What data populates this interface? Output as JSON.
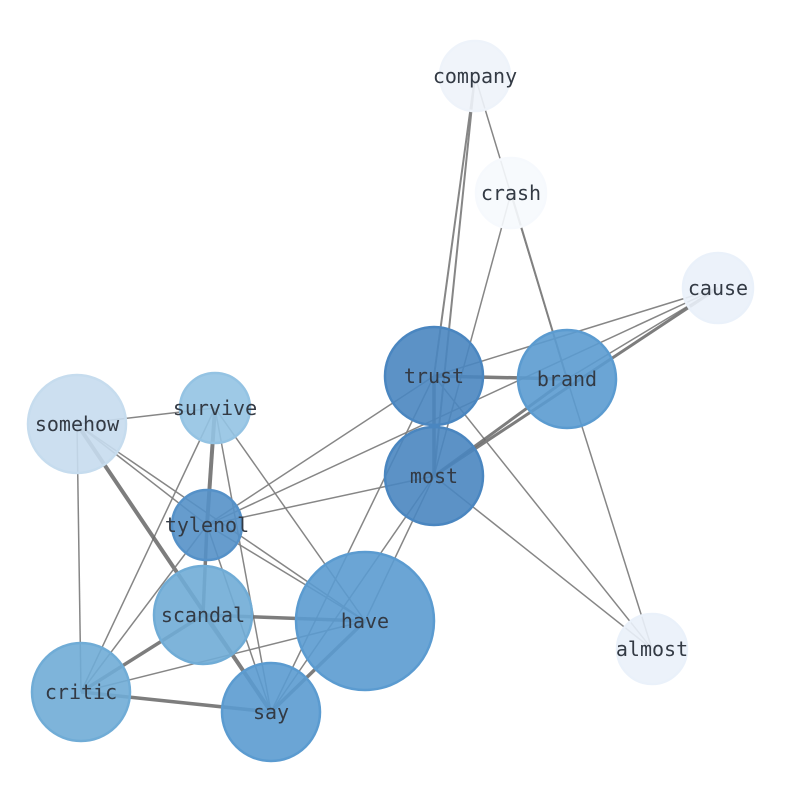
{
  "nodes": [
    {
      "id": "company",
      "label": "company",
      "color": "#eef3fa"
    },
    {
      "id": "crash",
      "label": "crash",
      "color": "#f6f9fd"
    },
    {
      "id": "cause",
      "label": "cause",
      "color": "#eaf1fa"
    },
    {
      "id": "trust",
      "label": "trust",
      "color": "#4a86c0"
    },
    {
      "id": "brand",
      "label": "brand",
      "color": "#5b9bd0"
    },
    {
      "id": "survive",
      "label": "survive",
      "color": "#94c3e3"
    },
    {
      "id": "somehow",
      "label": "somehow",
      "color": "#c6dcee"
    },
    {
      "id": "most",
      "label": "most",
      "color": "#4a86c0"
    },
    {
      "id": "tylenol",
      "label": "tylenol",
      "color": "#5591c8"
    },
    {
      "id": "scandal",
      "label": "scandal",
      "color": "#70acd6"
    },
    {
      "id": "have",
      "label": "have",
      "color": "#5b9bd0"
    },
    {
      "id": "almost",
      "label": "almost",
      "color": "#eaf1fa"
    },
    {
      "id": "critic",
      "label": "critic",
      "color": "#70acd6"
    },
    {
      "id": "say",
      "label": "say",
      "color": "#5b9bd0"
    }
  ],
  "edges": [
    [
      "company",
      "trust",
      2
    ],
    [
      "company",
      "most",
      2
    ],
    [
      "company",
      "brand",
      1.5
    ],
    [
      "crash",
      "most",
      1.5
    ],
    [
      "crash",
      "brand",
      2
    ],
    [
      "cause",
      "trust",
      1.5
    ],
    [
      "cause",
      "brand",
      1.5
    ],
    [
      "cause",
      "most",
      3
    ],
    [
      "cause",
      "tylenol",
      1.5
    ],
    [
      "trust",
      "brand",
      3.5
    ],
    [
      "trust",
      "most",
      3.5
    ],
    [
      "trust",
      "almost",
      1.5
    ],
    [
      "trust",
      "tylenol",
      1.5
    ],
    [
      "trust",
      "say",
      1.5
    ],
    [
      "brand",
      "almost",
      1.5
    ],
    [
      "brand",
      "most",
      3
    ],
    [
      "most",
      "almost",
      1.5
    ],
    [
      "most",
      "tylenol",
      1.5
    ],
    [
      "most",
      "say",
      1.5
    ],
    [
      "most",
      "have",
      1.5
    ],
    [
      "survive",
      "somehow",
      1.5
    ],
    [
      "survive",
      "tylenol",
      4
    ],
    [
      "survive",
      "critic",
      1.5
    ],
    [
      "survive",
      "say",
      1.5
    ],
    [
      "survive",
      "have",
      1.5
    ],
    [
      "somehow",
      "tylenol",
      1.5
    ],
    [
      "somehow",
      "say",
      4
    ],
    [
      "somehow",
      "critic",
      1.5
    ],
    [
      "somehow",
      "have",
      1.5
    ],
    [
      "tylenol",
      "scandal",
      3.5
    ],
    [
      "tylenol",
      "have",
      1.5
    ],
    [
      "tylenol",
      "say",
      1.5
    ],
    [
      "tylenol",
      "critic",
      1.5
    ],
    [
      "scandal",
      "have",
      3.5
    ],
    [
      "scandal",
      "critic",
      3.5
    ],
    [
      "scandal",
      "say",
      1.5
    ],
    [
      "have",
      "say",
      3.5
    ],
    [
      "have",
      "critic",
      1.5
    ],
    [
      "critic",
      "say",
      3.5
    ]
  ]
}
